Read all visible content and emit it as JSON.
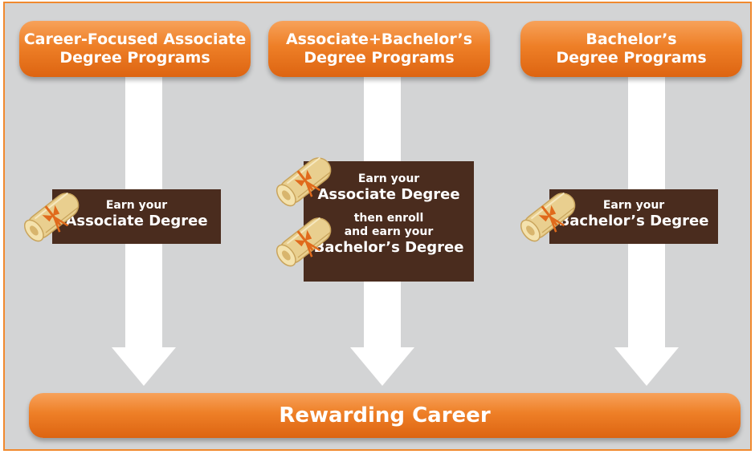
{
  "columns": [
    {
      "title_lines": [
        "Career-Focused Associate",
        "Degree Programs"
      ]
    },
    {
      "title_lines": [
        "Associate+Bachelor’s",
        "Degree Programs"
      ]
    },
    {
      "title_lines": [
        "Bachelor’s",
        "Degree Programs"
      ]
    }
  ],
  "steps": {
    "col1": {
      "small": "Earn your",
      "large": "Associate Degree"
    },
    "col2": {
      "first_small": "Earn your",
      "first_large": "Associate Degree",
      "second_small_1": "then enroll",
      "second_small_2": "and earn your",
      "second_large": "Bachelor’s Degree"
    },
    "col3": {
      "small": "Earn your",
      "large": "Bachelor’s Degree"
    }
  },
  "outcome": {
    "label": "Rewarding Career"
  },
  "colors": {
    "frame_border": "#f0892e",
    "background": "#d3d4d5",
    "pill_orange": "#ee7f27",
    "step_box": "#4a2c1e",
    "arrow": "#ffffff"
  },
  "icons": [
    "diploma-scroll-icon"
  ]
}
